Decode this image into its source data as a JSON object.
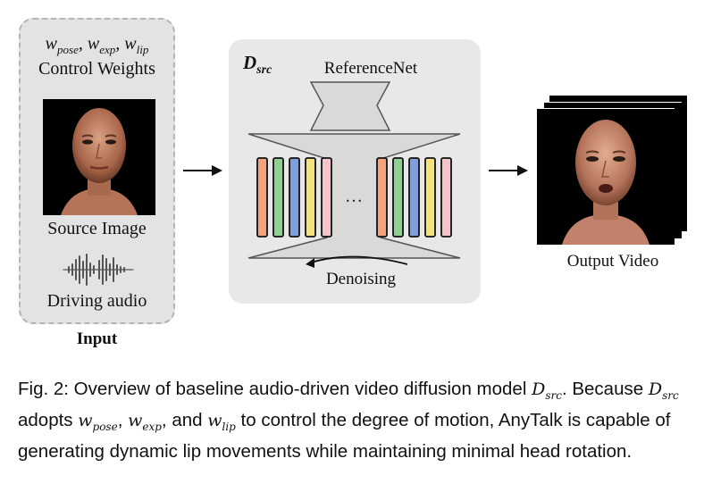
{
  "input_panel": {
    "weights_parts": [
      "w",
      "pose",
      ", ",
      "w",
      "exp",
      ", ",
      "w",
      "lip"
    ],
    "control_weights_label": "Control Weights",
    "source_image_label": "Source Image",
    "driving_audio_label": "Driving audio",
    "title": "Input"
  },
  "dsrc_panel": {
    "title_main": "D",
    "title_sub": "src",
    "referencenet_label": "ReferenceNet",
    "ellipsis": "…",
    "denoising_label": "Denoising",
    "block_colors_left": [
      "#f4a37c",
      "#8fd28f",
      "#7f9ee0",
      "#f6e27a",
      "#f5c4c9"
    ],
    "block_colors_right": [
      "#f4a37c",
      "#8fd28f",
      "#7f9ee0",
      "#f6e27a",
      "#f5c4c9"
    ]
  },
  "output": {
    "label": "Output Video"
  },
  "caption": {
    "prefix": "Fig. 2: Overview of baseline audio-driven video diffusion model ",
    "sym_D": "D",
    "sym_src": "src",
    "line2_a": "Because ",
    "line2_b": " adopts ",
    "w": "w",
    "pose": "pose",
    "exp": "exp",
    "lip": "lip",
    "comma": ", ",
    "and": ", and ",
    "line2_c": " to control the degree of motion, AnyTalk is capable of generating dynamic lip movements while maintaining minimal head rotation."
  }
}
